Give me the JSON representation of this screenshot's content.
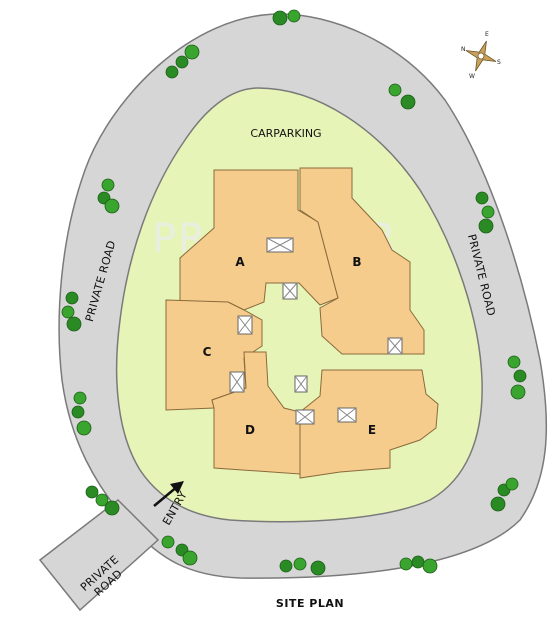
{
  "plan": {
    "title": "SITE PLAN",
    "carparking_label": "CARPARKING",
    "watermark": "PROPTIGER",
    "roads": {
      "left": "PRIVATE ROAD",
      "right": "PRIVATE ROAD",
      "spur_line1": "PRIVATE",
      "spur_line2": "ROAD"
    },
    "entry_label": "ENTRY",
    "blocks": {
      "a": "A",
      "b": "B",
      "c": "C",
      "d": "D",
      "e": "E"
    },
    "compass": {
      "n": "N",
      "e": "E",
      "s": "S",
      "w": "W"
    },
    "colors": {
      "road": "#d6d6d6",
      "road_edge": "#7a7a7a",
      "lawn": "#e6f4b8",
      "building": "#f6cc8c",
      "building_edge": "#8a6a3a",
      "tree": "#2f9e2a"
    }
  }
}
